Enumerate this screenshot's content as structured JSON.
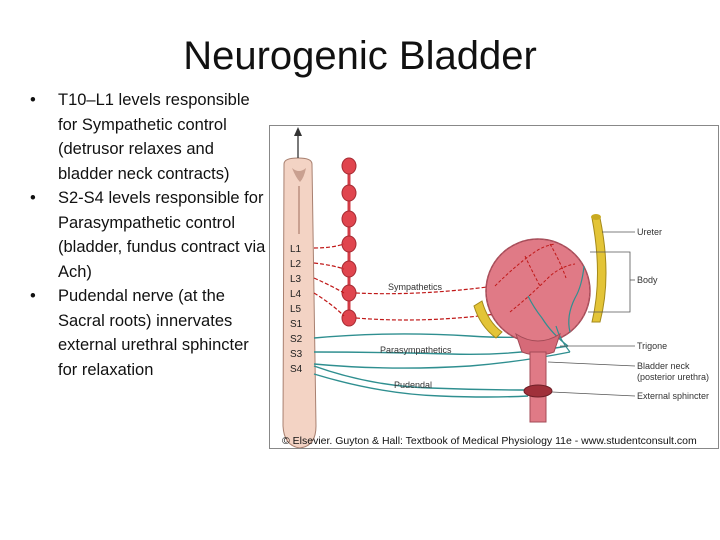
{
  "slide": {
    "title": "Neurogenic Bladder",
    "bullets": [
      "T10–L1  levels responsible for Sympathetic control (detrusor relaxes and bladder neck contracts)",
      "S2-S4 levels responsible for Parasympathetic control (bladder, fundus contract  via Ach)",
      "Pudendal nerve (at the Sacral roots) innervates external urethral sphincter for relaxation"
    ]
  },
  "figure": {
    "segments": [
      "L1",
      "L2",
      "L3",
      "L4",
      "L5",
      "S1",
      "S2",
      "S3",
      "S4"
    ],
    "labels": {
      "sympathetics": "Sympathetics",
      "parasympathetics": "Parasympathetics",
      "pudendal": "Pudendal",
      "ureter": "Ureter",
      "body": "Body",
      "trigone": "Trigone",
      "bladder_neck_1": "Bladder neck",
      "bladder_neck_2": "(posterior urethra)",
      "external_sphincter": "External sphincter"
    },
    "credit": "© Elsevier. Guyton & Hall: Textbook of Medical Physiology 11e - www.studentconsult.com",
    "colors": {
      "cord": "#f3d3c4",
      "ganglia": "#e0454e",
      "bladder": "#e07a86",
      "nerve": "#2f8f90",
      "sympathetic_fibers": "#c01818",
      "ureter": "#e3c437"
    }
  }
}
